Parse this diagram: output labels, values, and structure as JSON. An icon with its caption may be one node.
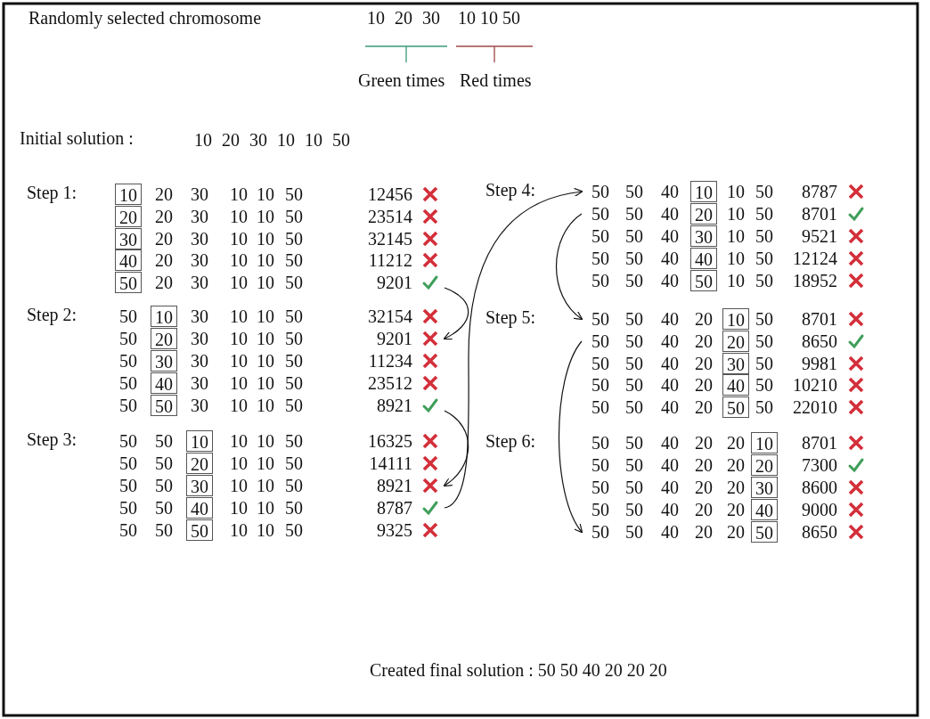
{
  "diagram": {
    "nodes": [
      {
        "text": [
          "10",
          "20",
          "30",
          "10",
          "10",
          "50",
          "12456"
        ],
        "beside": [
          "Step 1:"
        ]
      },
      {
        "text": [
          "20",
          "20",
          "30",
          "10",
          "10",
          "50",
          "23514"
        ]
      },
      {
        "text": [
          "30",
          "20",
          "30",
          "10",
          "10",
          "50",
          "32145"
        ]
      },
      {
        "text": [
          "40",
          "20",
          "30",
          "10",
          "10",
          "50",
          "11212"
        ]
      },
      {
        "text": [
          "50",
          "20",
          "30",
          "10",
          "10",
          "50",
          "9201"
        ]
      },
      {
        "text": [
          "50",
          "10",
          "30",
          "10",
          "10",
          "50",
          "32154"
        ],
        "beside": [
          "Step 2:"
        ]
      },
      {
        "text": [
          "50",
          "20",
          "30",
          "10",
          "10",
          "50",
          "9201"
        ]
      },
      {
        "text": [
          "50",
          "30",
          "30",
          "10",
          "10",
          "50",
          "11234"
        ]
      },
      {
        "text": [
          "50",
          "40",
          "30",
          "10",
          "10",
          "50",
          "23512"
        ]
      },
      {
        "text": [
          "50",
          "50",
          "30",
          "10",
          "10",
          "50",
          "8921"
        ]
      },
      {
        "text": [
          "50",
          "50",
          "10",
          "10",
          "10",
          "50",
          "16325"
        ],
        "beside": [
          "Step 3:"
        ]
      },
      {
        "text": [
          "50",
          "50",
          "20",
          "10",
          "10",
          "50",
          "14111"
        ]
      },
      {
        "text": [
          "50",
          "50",
          "30",
          "10",
          "10",
          "50",
          "8921"
        ]
      },
      {
        "text": [
          "50",
          "50",
          "40",
          "10",
          "10",
          "50",
          "8787"
        ]
      },
      {
        "text": [
          "50",
          "50",
          "50",
          "10",
          "10",
          "50",
          "9325"
        ]
      },
      {
        "text": [
          "50",
          "50",
          "40",
          "10",
          "10",
          "50",
          "8787"
        ],
        "beside": [
          "Step 4:"
        ]
      },
      {
        "text": [
          "50",
          "50",
          "40",
          "20",
          "10",
          "50",
          "8701"
        ]
      },
      {
        "text": [
          "50",
          "50",
          "40",
          "30",
          "10",
          "50",
          "9521"
        ]
      },
      {
        "text": [
          "50",
          "50",
          "40",
          "40",
          "10",
          "50",
          "12124"
        ]
      },
      {
        "text": [
          "50",
          "50",
          "40",
          "50",
          "10",
          "50",
          "18952"
        ]
      },
      {
        "text": [
          "50",
          "50",
          "40",
          "20",
          "10",
          "50",
          "8701"
        ],
        "beside": [
          "Step 5:"
        ]
      },
      {
        "text": [
          "50",
          "50",
          "40",
          "20",
          "20",
          "50",
          "8650"
        ]
      },
      {
        "text": [
          "50",
          "50",
          "40",
          "20",
          "30",
          "50",
          "9981"
        ]
      },
      {
        "text": [
          "50",
          "50",
          "40",
          "20",
          "40",
          "50",
          "10210"
        ]
      },
      {
        "text": [
          "50",
          "50",
          "40",
          "20",
          "50",
          "50",
          "22010"
        ]
      },
      {
        "text": [
          "50",
          "50",
          "40",
          "20",
          "20",
          "10",
          "8701"
        ],
        "beside": [
          "Step 6:"
        ]
      },
      {
        "text": [
          "50",
          "50",
          "40",
          "20",
          "20",
          "20",
          "7300"
        ]
      },
      {
        "text": [
          "50",
          "50",
          "40",
          "20",
          "20",
          "30",
          "8600"
        ]
      },
      {
        "text": [
          "50",
          "50",
          "40",
          "20",
          "20",
          "40",
          "9000"
        ]
      },
      {
        "text": [
          "50",
          "50",
          "40",
          "20",
          "20",
          "50",
          "8650"
        ]
      }
    ],
    "edges": [
      {
        "from": 4,
        "to": 6,
        "arrow": "to"
      },
      {
        "from": 9,
        "to": 12,
        "arrow": "to"
      },
      {
        "from": 13,
        "to": 15,
        "arrow": "to"
      },
      {
        "from": 16,
        "to": 20,
        "arrow": "to"
      },
      {
        "from": 21,
        "to": 29,
        "arrow": "to"
      }
    ],
    "labels": [
      "Randomly selected chromosome",
      "10 20 30",
      "10 10 50",
      "Green times",
      "Red times",
      "Initial solution :",
      "10 20 30 10 10 50",
      "Created final solution : 50 50 40 20 20 20"
    ]
  }
}
